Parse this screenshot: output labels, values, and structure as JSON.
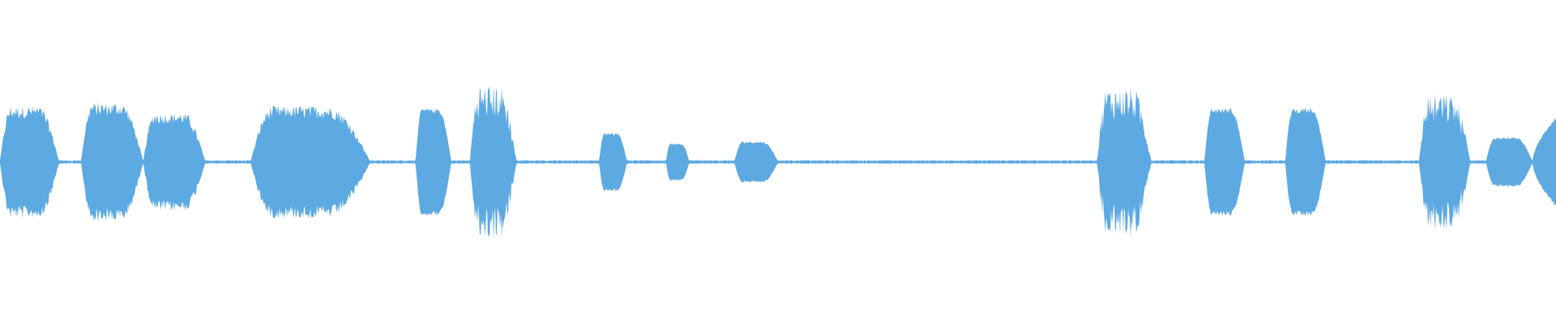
{
  "waveform": {
    "color": "#5DA9E2",
    "background": "#FFFFFF",
    "duration_fraction_segments": [
      {
        "name": "burst-1",
        "start": 0.0,
        "end": 0.038,
        "peak": 0.66,
        "shape": "ragged"
      },
      {
        "name": "burst-2",
        "start": 0.052,
        "end": 0.092,
        "peak": 0.7,
        "shape": "ragged"
      },
      {
        "name": "burst-3",
        "start": 0.092,
        "end": 0.132,
        "peak": 0.58,
        "shape": "ragged"
      },
      {
        "name": "burst-4",
        "start": 0.161,
        "end": 0.238,
        "peak": 0.66,
        "shape": "ragged"
      },
      {
        "name": "burst-5",
        "start": 0.267,
        "end": 0.29,
        "peak": 0.66,
        "shape": "smooth"
      },
      {
        "name": "burst-6",
        "start": 0.302,
        "end": 0.332,
        "peak": 0.8,
        "shape": "spiky"
      },
      {
        "name": "burst-7",
        "start": 0.385,
        "end": 0.403,
        "peak": 0.36,
        "shape": "smooth"
      },
      {
        "name": "burst-8",
        "start": 0.428,
        "end": 0.443,
        "peak": 0.23,
        "shape": "smooth"
      },
      {
        "name": "burst-9",
        "start": 0.472,
        "end": 0.5,
        "peak": 0.25,
        "shape": "smooth"
      },
      {
        "name": "burst-10",
        "start": 0.705,
        "end": 0.74,
        "peak": 0.78,
        "shape": "spiky"
      },
      {
        "name": "burst-11",
        "start": 0.774,
        "end": 0.8,
        "peak": 0.66,
        "shape": "smooth"
      },
      {
        "name": "burst-12",
        "start": 0.826,
        "end": 0.852,
        "peak": 0.66,
        "shape": "smooth"
      },
      {
        "name": "burst-13",
        "start": 0.912,
        "end": 0.945,
        "peak": 0.7,
        "shape": "spiky"
      },
      {
        "name": "burst-14",
        "start": 0.955,
        "end": 0.985,
        "peak": 0.3,
        "shape": "smooth"
      },
      {
        "name": "burst-15",
        "start": 0.985,
        "end": 1.0,
        "peak": 0.56,
        "shape": "rising"
      }
    ],
    "baseline_noise": 0.012
  }
}
